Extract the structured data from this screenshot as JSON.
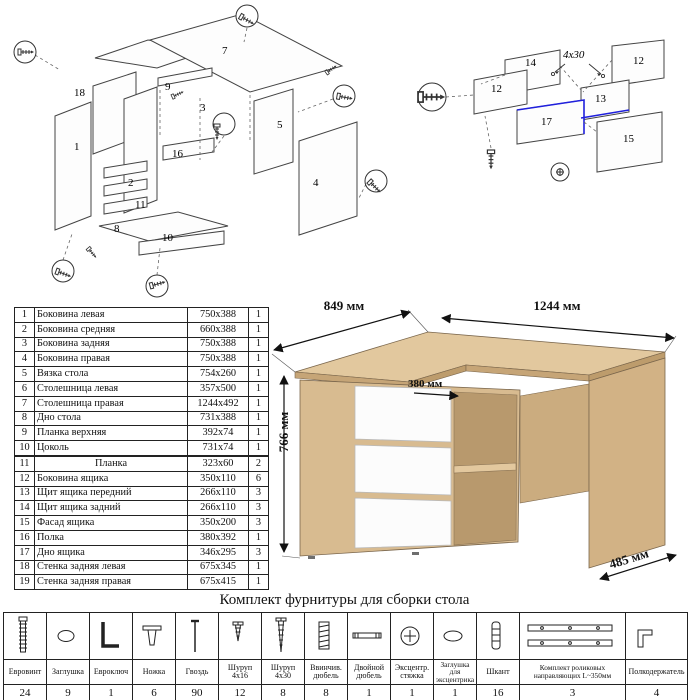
{
  "parts_table": {
    "rows": [
      {
        "n": "1",
        "name": "Боковина левая",
        "size": "750x388",
        "qty": "1"
      },
      {
        "n": "2",
        "name": "Боковина средняя",
        "size": "660x388",
        "qty": "1"
      },
      {
        "n": "3",
        "name": "Боковина задняя",
        "size": "750x388",
        "qty": "1"
      },
      {
        "n": "4",
        "name": "Боковина правая",
        "size": "750x388",
        "qty": "1"
      },
      {
        "n": "5",
        "name": "Вязка стола",
        "size": "754x260",
        "qty": "1"
      },
      {
        "n": "6",
        "name": "Столешница левая",
        "size": "357x500",
        "qty": "1"
      },
      {
        "n": "7",
        "name": "Столешница правая",
        "size": "1244x492",
        "qty": "1"
      },
      {
        "n": "8",
        "name": "Дно стола",
        "size": "731x388",
        "qty": "1"
      },
      {
        "n": "9",
        "name": "Планка верхняя",
        "size": "392x74",
        "qty": "1"
      },
      {
        "n": "10",
        "name": "Цоколь",
        "size": "731x74",
        "qty": "1"
      },
      {
        "n": "11",
        "name": "Планка",
        "size": "323x60",
        "qty": "2"
      },
      {
        "n": "12",
        "name": "Боковина ящика",
        "size": "350x110",
        "qty": "6"
      },
      {
        "n": "13",
        "name": "Щит ящика передний",
        "size": "266x110",
        "qty": "3"
      },
      {
        "n": "14",
        "name": "Щит ящика задний",
        "size": "266x110",
        "qty": "3"
      },
      {
        "n": "15",
        "name": "Фасад ящика",
        "size": "350x200",
        "qty": "3"
      },
      {
        "n": "16",
        "name": "Полка",
        "size": "380x392",
        "qty": "1"
      },
      {
        "n": "17",
        "name": "Дно ящика",
        "size": "346x295",
        "qty": "3"
      },
      {
        "n": "18",
        "name": "Стенка задняя левая",
        "size": "675x345",
        "qty": "1"
      },
      {
        "n": "19",
        "name": "Стенка задняя правая",
        "size": "675x415",
        "qty": "1"
      }
    ]
  },
  "exploded_main": {
    "labels": [
      "7",
      "9",
      "18",
      "1",
      "2",
      "16",
      "5",
      "4",
      "8",
      "10",
      "11",
      "3"
    ]
  },
  "exploded_drawer": {
    "labels": [
      "14",
      "12",
      "12",
      "13",
      "17",
      "15"
    ],
    "screw_size": "4x30"
  },
  "desk_view": {
    "dims": {
      "depth_left": "849 мм",
      "width": "1244 мм",
      "height": "766 мм",
      "shelf": "380 мм",
      "depth_right": "485 мм"
    },
    "colors": {
      "wood": "#dfc49c",
      "wood_dark": "#c6a577",
      "drawer": "#fcfcfc",
      "interior": "#b8996d"
    }
  },
  "hardware": {
    "title": "Комплект фурнитуры для сборки стола",
    "items": [
      {
        "name": "Евровинт",
        "qty": "24",
        "icon": "confirmat-screw-icon"
      },
      {
        "name": "Заглушка",
        "qty": "9",
        "icon": "cap-icon"
      },
      {
        "name": "Евроключ",
        "qty": "1",
        "icon": "hex-key-icon"
      },
      {
        "name": "Ножка",
        "qty": "6",
        "icon": "foot-icon"
      },
      {
        "name": "Гвоздь",
        "qty": "90",
        "icon": "nail-icon"
      },
      {
        "name": "Шуруп 4x16",
        "qty": "12",
        "icon": "screw-short-icon"
      },
      {
        "name": "Шуруп 4x30",
        "qty": "8",
        "icon": "screw-long-icon"
      },
      {
        "name": "Ввинчив. дюбель",
        "qty": "8",
        "icon": "threaded-insert-icon"
      },
      {
        "name": "Двойной дюбель",
        "qty": "1",
        "icon": "double-dowel-icon"
      },
      {
        "name": "Эксцентр. стяжка",
        "qty": "1",
        "icon": "cam-lock-icon"
      },
      {
        "name": "Заглушка для эксцентрика",
        "qty": "1",
        "icon": "cam-cap-icon"
      },
      {
        "name": "Шкант",
        "qty": "16",
        "icon": "wood-dowel-icon"
      },
      {
        "name": "Комплект роликовых направляющих L~350мм",
        "qty": "3",
        "icon": "drawer-slides-icon"
      },
      {
        "name": "Полкодержатель",
        "qty": "4",
        "icon": "shelf-pin-icon"
      }
    ]
  }
}
